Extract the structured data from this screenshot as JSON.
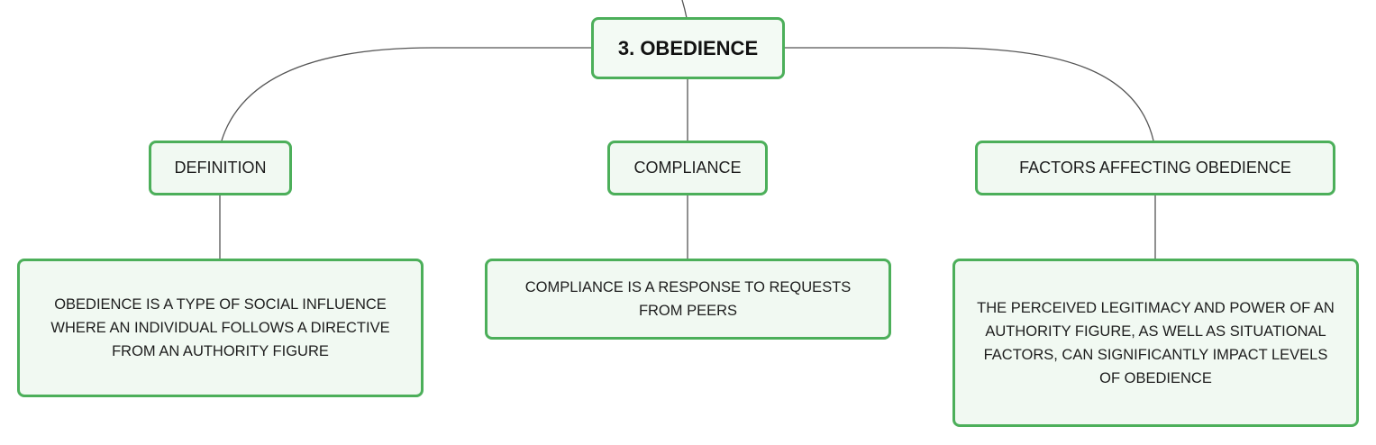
{
  "root": {
    "label": "3. OBEDIENCE"
  },
  "branches": [
    {
      "label": "DEFINITION",
      "detail": "OBEDIENCE IS A TYPE OF SOCIAL INFLUENCE WHERE AN INDIVIDUAL FOLLOWS A DIRECTIVE FROM AN AUTHORITY FIGURE"
    },
    {
      "label": "COMPLIANCE",
      "detail": "COMPLIANCE IS A RESPONSE TO REQUESTS FROM PEERS"
    },
    {
      "label": "FACTORS AFFECTING OBEDIENCE",
      "detail": "THE PERCEIVED LEGITIMACY AND POWER OF AN AUTHORITY FIGURE, AS WELL AS SITUATIONAL FACTORS, CAN SIGNIFICANTLY IMPACT LEVELS OF OBEDIENCE"
    }
  ],
  "colors": {
    "border": "#4caf5a",
    "fill": "#f1f9f2",
    "edge": "#555555"
  }
}
